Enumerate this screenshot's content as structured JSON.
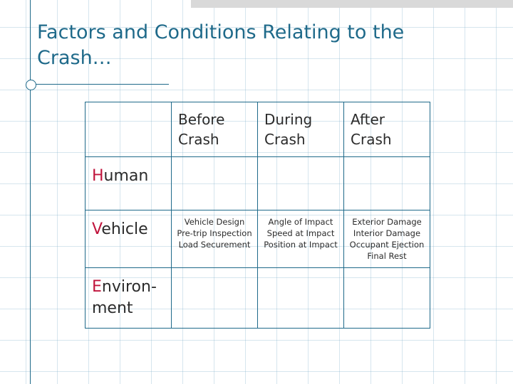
{
  "slide": {
    "title": "Factors and Conditions Relating to the Crash…",
    "accent_color": "#1f6a8a",
    "highlight_color": "#c0143c",
    "band_color": "#d9d9d9"
  },
  "table": {
    "corner_label": "",
    "column_headers": [
      "Before Crash",
      "During Crash",
      "After Crash"
    ],
    "rows": [
      {
        "label_cap": "H",
        "label_rest": "uman",
        "cells": [
          [],
          [],
          []
        ]
      },
      {
        "label_cap": "V",
        "label_rest": "ehicle",
        "cells": [
          [
            "Vehicle Design",
            "Pre-trip Inspection",
            "Load Securement"
          ],
          [
            "Angle of Impact",
            "Speed at Impact",
            "Position at Impact"
          ],
          [
            "Exterior Damage",
            "Interior Damage",
            "Occupant Ejection",
            "Final Rest"
          ]
        ]
      },
      {
        "label_cap": "E",
        "label_rest": "nviron-\nment",
        "cells": [
          [],
          [],
          []
        ]
      }
    ]
  }
}
